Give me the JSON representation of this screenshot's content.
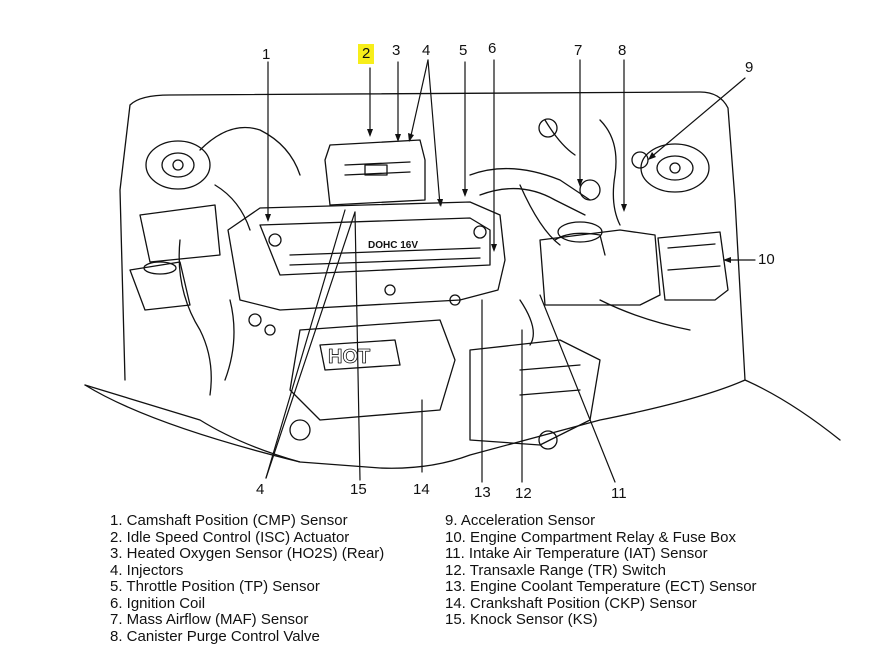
{
  "callouts": [
    "1",
    "2",
    "3",
    "4",
    "5",
    "6",
    "7",
    "8",
    "9",
    "10",
    "11",
    "12",
    "13",
    "14",
    "15",
    "4"
  ],
  "engine_cover_text": "DOHC 16V",
  "oil_cap_text": "HOT",
  "highlight_color": "#f7ee1a",
  "legend_left": [
    "1. Camshaft Position (CMP) Sensor",
    "2. Idle Speed Control (ISC) Actuator",
    "3. Heated Oxygen Sensor (HO2S) (Rear)",
    "4. Injectors",
    "5. Throttle Position (TP) Sensor",
    "6. Ignition Coil",
    "7. Mass Airflow (MAF) Sensor",
    "8. Canister Purge Control Valve"
  ],
  "legend_right": [
    "9. Acceleration Sensor",
    "10. Engine Compartment Relay & Fuse Box",
    "11. Intake Air Temperature (IAT) Sensor",
    "12. Transaxle Range (TR) Switch",
    "13. Engine Coolant Temperature (ECT) Sensor",
    "14. Crankshaft Position (CKP) Sensor",
    "15. Knock Sensor (KS)"
  ]
}
